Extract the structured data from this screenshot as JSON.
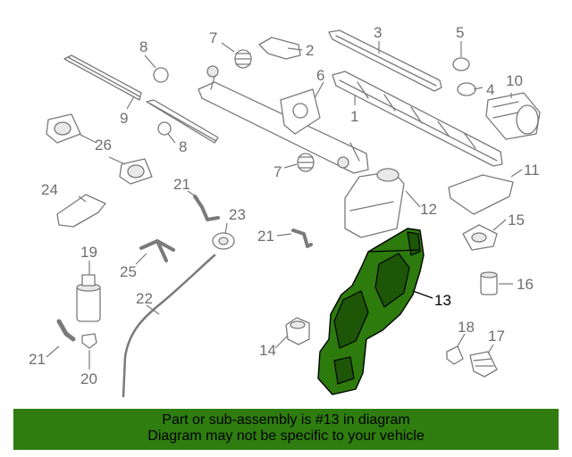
{
  "diagram": {
    "callouts": {
      "c1": "1",
      "c2": "2",
      "c3": "3",
      "c4": "4",
      "c5": "5",
      "c6": "6",
      "c7a": "7",
      "c7b": "7",
      "c8a": "8",
      "c8b": "8",
      "c9": "9",
      "c10": "10",
      "c11": "11",
      "c12": "12",
      "c13": "13",
      "c14": "14",
      "c15": "15",
      "c16": "16",
      "c17": "17",
      "c18": "18",
      "c19": "19",
      "c20": "20",
      "c21a": "21",
      "c21b": "21",
      "c21c": "21",
      "c22": "22",
      "c23": "23",
      "c24": "24",
      "c25": "25",
      "c26": "26"
    },
    "highlighted_part": "13",
    "highlight_color": "#2e7d0e"
  },
  "banner": {
    "line1": "Part or sub-assembly is #13 in diagram",
    "line2": "Diagram may not be specific to your vehicle"
  }
}
